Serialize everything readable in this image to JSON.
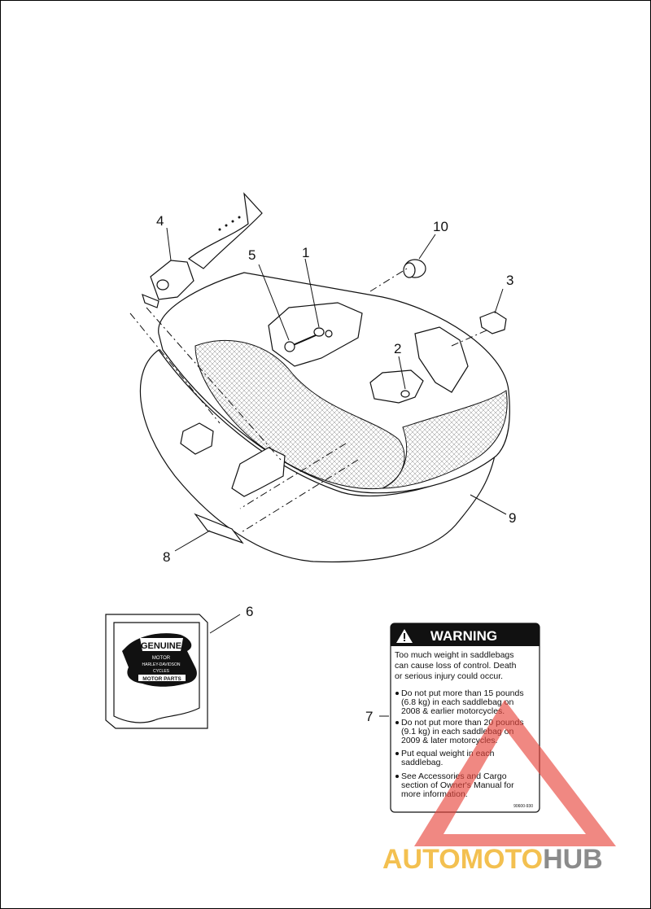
{
  "callouts": [
    {
      "id": "1",
      "label": "1"
    },
    {
      "id": "2",
      "label": "2"
    },
    {
      "id": "3",
      "label": "3"
    },
    {
      "id": "4",
      "label": "4"
    },
    {
      "id": "5",
      "label": "5"
    },
    {
      "id": "6",
      "label": "6"
    },
    {
      "id": "7",
      "label": "7"
    },
    {
      "id": "8",
      "label": "8"
    },
    {
      "id": "9",
      "label": "9"
    },
    {
      "id": "10",
      "label": "10"
    }
  ],
  "warning_label": {
    "header": "WARNING",
    "intro": [
      "Too much weight in saddlebags",
      "can cause loss of control.  Death",
      "or serious injury could occur."
    ],
    "bullets": [
      [
        "Do not put more than 15 pounds",
        "(6.8 kg) in each saddlebag on",
        "2008 & earlier motorcycles."
      ],
      [
        "Do not put more than 20 pounds",
        "(9.1 kg) in each saddlebag on",
        "2009 & later motorcycles."
      ],
      [
        "Put equal weight in each",
        "saddlebag."
      ],
      [
        "See Accessories and Cargo",
        "section of Owner's Manual for",
        "more information."
      ]
    ],
    "part_no": "90600-930"
  },
  "badge": {
    "line1": "GENUINE",
    "line2": "MOTOR",
    "line3": "HARLEY-DAVIDSON",
    "line4": "CYCLES",
    "line5": "MOTOR PARTS"
  },
  "watermark": {
    "part1": "AUTOMOTO",
    "part2": "HUB"
  },
  "colors": {
    "watermark_red": "#e8453c",
    "watermark_gold": "#f2b632",
    "watermark_gray": "#777777",
    "line": "#111111"
  }
}
